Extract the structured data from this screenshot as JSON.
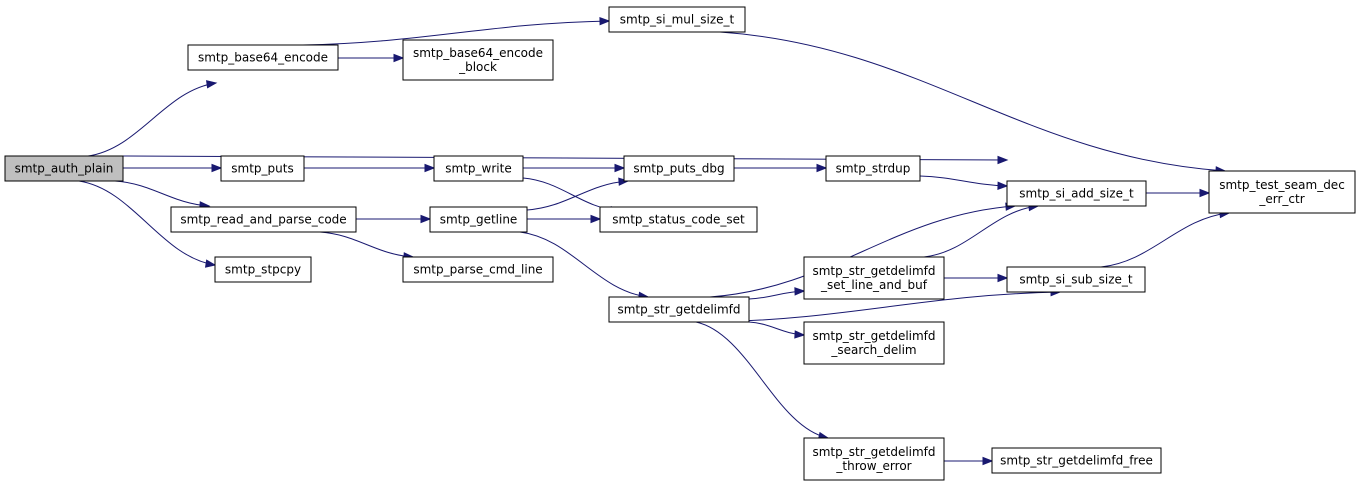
{
  "graph": {
    "nodes": [
      {
        "id": "smtp_auth_plain",
        "lines": [
          "smtp_auth_plain"
        ],
        "highlighted": true
      },
      {
        "id": "smtp_base64_encode",
        "lines": [
          "smtp_base64_encode"
        ]
      },
      {
        "id": "smtp_si_mul_size_t",
        "lines": [
          "smtp_si_mul_size_t"
        ]
      },
      {
        "id": "smtp_base64_encode_block",
        "lines": [
          "smtp_base64_encode",
          "_block"
        ]
      },
      {
        "id": "smtp_puts",
        "lines": [
          "smtp_puts"
        ]
      },
      {
        "id": "smtp_write",
        "lines": [
          "smtp_write"
        ]
      },
      {
        "id": "smtp_puts_dbg",
        "lines": [
          "smtp_puts_dbg"
        ]
      },
      {
        "id": "smtp_strdup",
        "lines": [
          "smtp_strdup"
        ]
      },
      {
        "id": "smtp_si_add_size_t",
        "lines": [
          "smtp_si_add_size_t"
        ]
      },
      {
        "id": "smtp_test_seam_dec_err_ctr",
        "lines": [
          "smtp_test_seam_dec",
          "_err_ctr"
        ]
      },
      {
        "id": "smtp_read_and_parse_code",
        "lines": [
          "smtp_read_and_parse_code"
        ]
      },
      {
        "id": "smtp_getline",
        "lines": [
          "smtp_getline"
        ]
      },
      {
        "id": "smtp_status_code_set",
        "lines": [
          "smtp_status_code_set"
        ]
      },
      {
        "id": "smtp_stpcpy",
        "lines": [
          "smtp_stpcpy"
        ]
      },
      {
        "id": "smtp_parse_cmd_line",
        "lines": [
          "smtp_parse_cmd_line"
        ]
      },
      {
        "id": "smtp_str_getdelimfd",
        "lines": [
          "smtp_str_getdelimfd"
        ]
      },
      {
        "id": "smtp_str_getdelimfd_set_line_and_buf",
        "lines": [
          "smtp_str_getdelimfd",
          "_set_line_and_buf"
        ]
      },
      {
        "id": "smtp_si_sub_size_t",
        "lines": [
          "smtp_si_sub_size_t"
        ]
      },
      {
        "id": "smtp_str_getdelimfd_search_delim",
        "lines": [
          "smtp_str_getdelimfd",
          "_search_delim"
        ]
      },
      {
        "id": "smtp_str_getdelimfd_throw_error",
        "lines": [
          "smtp_str_getdelimfd",
          "_throw_error"
        ]
      },
      {
        "id": "smtp_str_getdelimfd_free",
        "lines": [
          "smtp_str_getdelimfd_free"
        ]
      }
    ],
    "edges": [
      {
        "from": "smtp_auth_plain",
        "to": "smtp_base64_encode"
      },
      {
        "from": "smtp_auth_plain",
        "to": "smtp_si_add_size_t"
      },
      {
        "from": "smtp_auth_plain",
        "to": "smtp_puts"
      },
      {
        "from": "smtp_auth_plain",
        "to": "smtp_read_and_parse_code"
      },
      {
        "from": "smtp_auth_plain",
        "to": "smtp_stpcpy"
      },
      {
        "from": "smtp_base64_encode",
        "to": "smtp_si_mul_size_t"
      },
      {
        "from": "smtp_base64_encode",
        "to": "smtp_base64_encode_block"
      },
      {
        "from": "smtp_si_mul_size_t",
        "to": "smtp_test_seam_dec_err_ctr"
      },
      {
        "from": "smtp_puts",
        "to": "smtp_write"
      },
      {
        "from": "smtp_write",
        "to": "smtp_puts_dbg"
      },
      {
        "from": "smtp_write",
        "to": "smtp_status_code_set"
      },
      {
        "from": "smtp_puts_dbg",
        "to": "smtp_strdup"
      },
      {
        "from": "smtp_strdup",
        "to": "smtp_si_add_size_t"
      },
      {
        "from": "smtp_si_add_size_t",
        "to": "smtp_test_seam_dec_err_ctr"
      },
      {
        "from": "smtp_read_and_parse_code",
        "to": "smtp_getline"
      },
      {
        "from": "smtp_read_and_parse_code",
        "to": "smtp_parse_cmd_line"
      },
      {
        "from": "smtp_getline",
        "to": "smtp_puts_dbg"
      },
      {
        "from": "smtp_getline",
        "to": "smtp_status_code_set"
      },
      {
        "from": "smtp_getline",
        "to": "smtp_str_getdelimfd"
      },
      {
        "from": "smtp_str_getdelimfd",
        "to": "smtp_si_add_size_t"
      },
      {
        "from": "smtp_str_getdelimfd",
        "to": "smtp_str_getdelimfd_set_line_and_buf"
      },
      {
        "from": "smtp_str_getdelimfd",
        "to": "smtp_str_getdelimfd_search_delim"
      },
      {
        "from": "smtp_str_getdelimfd",
        "to": "smtp_si_sub_size_t"
      },
      {
        "from": "smtp_str_getdelimfd",
        "to": "smtp_str_getdelimfd_throw_error"
      },
      {
        "from": "smtp_str_getdelimfd_set_line_and_buf",
        "to": "smtp_si_add_size_t"
      },
      {
        "from": "smtp_str_getdelimfd_set_line_and_buf",
        "to": "smtp_si_sub_size_t"
      },
      {
        "from": "smtp_si_sub_size_t",
        "to": "smtp_test_seam_dec_err_ctr"
      },
      {
        "from": "smtp_str_getdelimfd_throw_error",
        "to": "smtp_str_getdelimfd_free"
      }
    ],
    "colors": {
      "edge": "#191970",
      "highlight_fill": "#bfbfbf",
      "node_fill": "#ffffff",
      "node_stroke": "#000000"
    }
  }
}
